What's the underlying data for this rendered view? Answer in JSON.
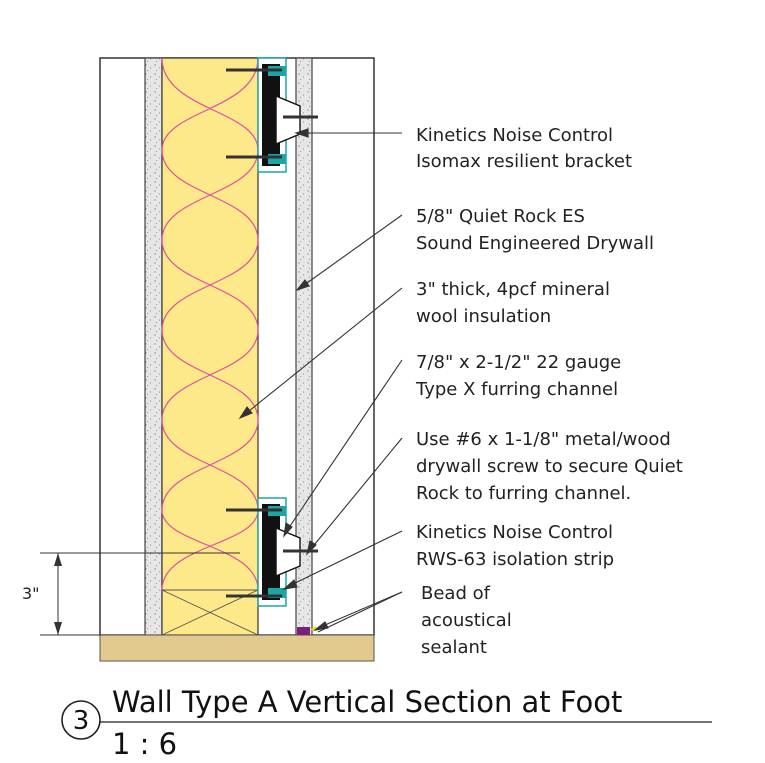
{
  "callouts": [
    {
      "id": "bracket",
      "lines": [
        "Kinetics Noise Control",
        "Isomax resilient bracket"
      ]
    },
    {
      "id": "drywall",
      "lines": [
        "5/8\" Quiet Rock ES",
        "Sound Engineered Drywall"
      ]
    },
    {
      "id": "insulation",
      "lines": [
        "3\" thick, 4pcf mineral",
        "wool insulation"
      ]
    },
    {
      "id": "channel",
      "lines": [
        "7/8\" x 2-1/2\"  22  gauge",
        "Type X furring channel"
      ]
    },
    {
      "id": "screw",
      "lines": [
        "Use #6 x 1-1/8\" metal/wood",
        "drywall screw to secure Quiet",
        "Rock to furring channel."
      ]
    },
    {
      "id": "strip",
      "lines": [
        "Kinetics Noise Control",
        "RWS-63 isolation strip"
      ]
    },
    {
      "id": "sealant",
      "lines": [
        "Bead of",
        "acoustical",
        "sealant"
      ]
    }
  ],
  "dimension": {
    "label": "3\""
  },
  "title": {
    "number": "3",
    "text": "Wall Type A Vertical Section at Foot",
    "scale": "1 : 6"
  },
  "colors": {
    "insulation": "#fde98a",
    "insulation_curve": "#e0529a",
    "floor": "#e2c98d",
    "bracket": "#111111",
    "bracket_edge": "#1aa6a6",
    "drywall": "#e4e4e4",
    "sealant": "#7a1f7a"
  }
}
